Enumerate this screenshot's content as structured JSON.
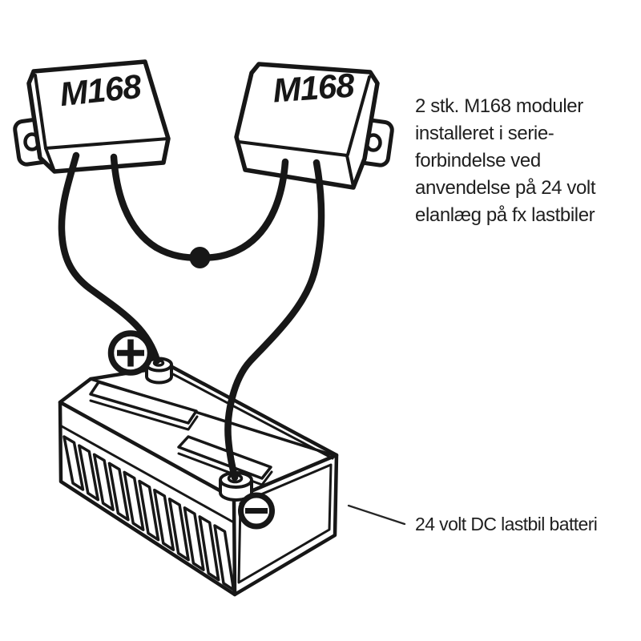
{
  "modules": {
    "left": {
      "label": "M168"
    },
    "right": {
      "label": "M168"
    }
  },
  "annotation": {
    "lines": [
      "2 stk. M168 moduler",
      "installeret i serie-",
      "forbindelse ved",
      "anvendelse på 24 volt",
      "elanlæg på fx lastbiler"
    ]
  },
  "battery": {
    "label": "24 volt DC lastbil batteri"
  },
  "icons": {
    "positive_terminal": "plus-in-circle",
    "negative_terminal": "minus-in-circle",
    "junction": "solid-dot"
  },
  "colors": {
    "ink": "#171717",
    "background": "#ffffff"
  }
}
